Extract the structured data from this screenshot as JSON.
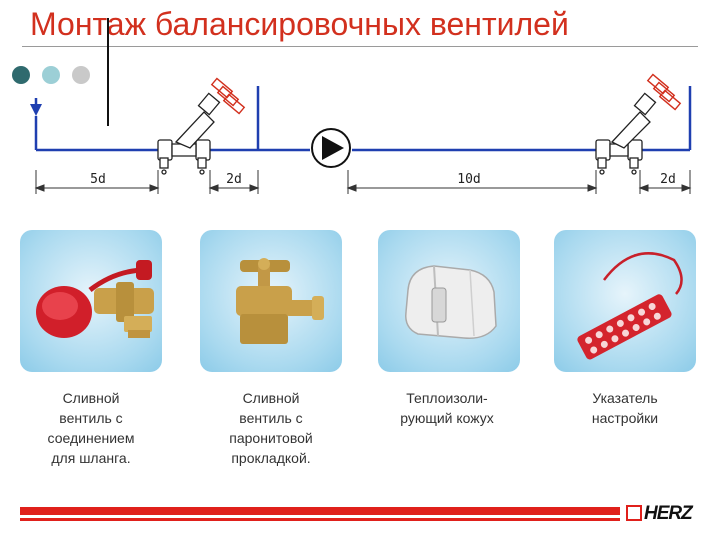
{
  "title": "Монтаж балансировочных вентилей",
  "colors": {
    "title": "#d2301e",
    "pipe": "#1f3fb0",
    "dot_dark": "#2f6a6e",
    "dot_mid": "#9ccfd6",
    "dot_light": "#c9c9c9",
    "brand_red": "#e0201b"
  },
  "dimensions": [
    {
      "label": "5d"
    },
    {
      "label": "2d"
    },
    {
      "label": "10d"
    },
    {
      "label": "2d"
    }
  ],
  "products": [
    {
      "caption": "Сливной\nвентиль с\nсоединением\nдля шланга.",
      "icon": "drain-valve-hose-cap-icon"
    },
    {
      "caption": "Сливной\nвентиль с\nпаронитовой\nпрокладкой.",
      "icon": "drain-valve-gasket-icon"
    },
    {
      "caption": "Теплоизоли-\nрующий кожух",
      "icon": "insulation-shell-icon"
    },
    {
      "caption": "Указатель\nнастройки",
      "icon": "setting-indicator-tag-icon"
    }
  ],
  "logo": {
    "text": "HERZ"
  }
}
